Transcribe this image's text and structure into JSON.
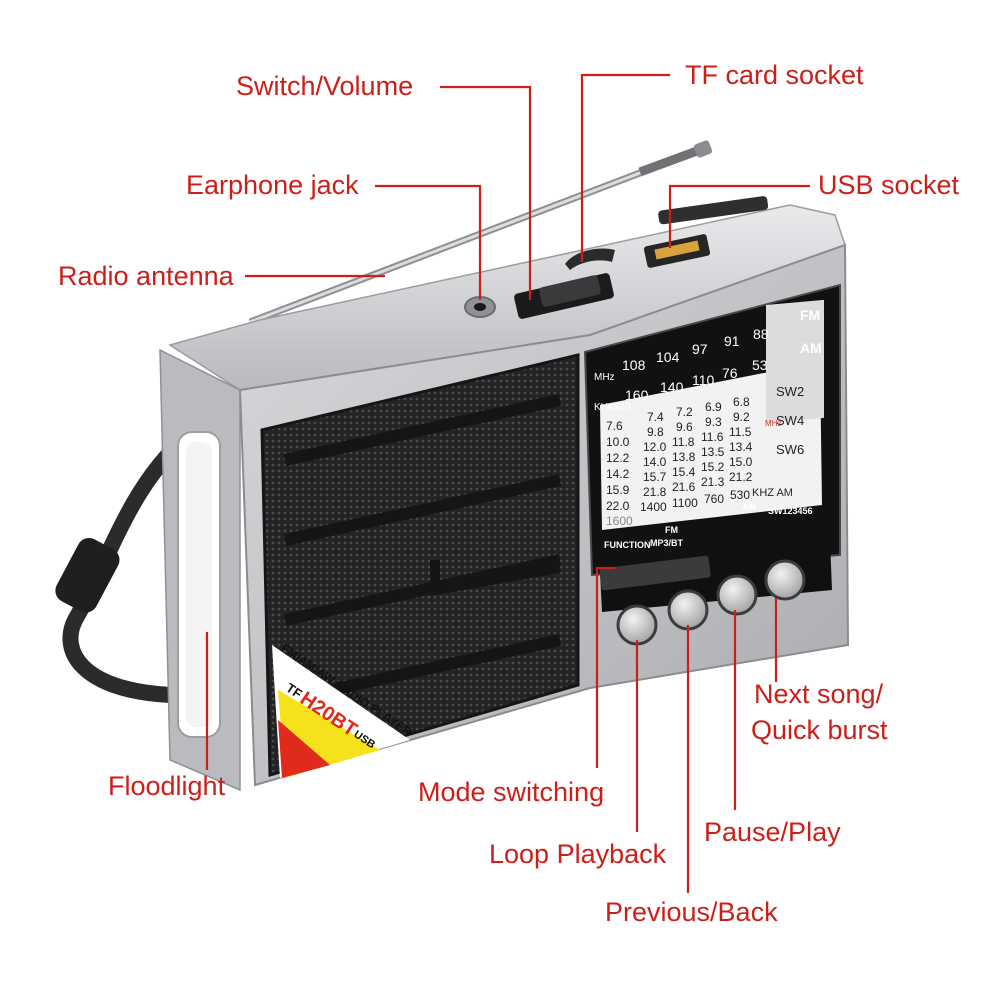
{
  "callouts": {
    "switch_volume": "Switch/Volume",
    "tf_card_socket": "TF card socket",
    "earphone_jack": "Earphone jack",
    "usb_socket": "USB socket",
    "radio_antenna": "Radio antenna",
    "floodlight": "Floodlight",
    "mode_switching": "Mode switching",
    "loop_playback": "Loop Playback",
    "previous_back": "Previous/Back",
    "pause_play": "Pause/Play",
    "next_song_line1": "Next song/",
    "next_song_line2": "Quick burst"
  },
  "dial": {
    "fm_label": "FM",
    "am_label": "AM",
    "mhz_label": "MHz",
    "fm_scale": [
      "108",
      "104",
      "97",
      "91",
      "88"
    ],
    "khz_label": "KHzX10",
    "am_scale": [
      "160",
      "140",
      "110",
      "76",
      "53"
    ],
    "row1": [
      "7.4",
      "7.2",
      "6.9",
      "6.8"
    ],
    "row2": [
      "9.8",
      "9.6",
      "9.3",
      "9.2"
    ],
    "row3": [
      "12.0",
      "11.8",
      "11.6",
      "11.5"
    ],
    "row4": [
      "14.0",
      "13.8",
      "13.5",
      "13.4"
    ],
    "row5": [
      "15.7",
      "15.4",
      "15.2",
      "15.0"
    ],
    "row6": [
      "21.8",
      "21.6",
      "21.3",
      "21.2"
    ],
    "row7": [
      "1400",
      "1100",
      "760",
      "530"
    ],
    "row7_unit": "KHZ AM",
    "left_col": [
      "7.6",
      "10.0",
      "12.2",
      "14.2",
      "15.9",
      "22.0",
      "1600"
    ],
    "sw_bands": [
      "SW2",
      "SW4",
      "SW6"
    ],
    "mhz_side": "MHz",
    "function_label": "FUNCTION",
    "fm_small": "FM",
    "mp3_bt": "MP3/BT",
    "am_small": "AM",
    "sw_small": "SW123456"
  },
  "sticker": {
    "band_line": "FM/AM/AW RADIO PLAYER",
    "tf": "TF",
    "model": "H20BT",
    "usb": "USB"
  },
  "colors": {
    "callout_red": "#cc1f1a",
    "body_silver": "#c9cbcd",
    "grille_dark": "#2a2a2c",
    "sticker_yellow": "#f5e11c",
    "sticker_red": "#e02a1c"
  }
}
